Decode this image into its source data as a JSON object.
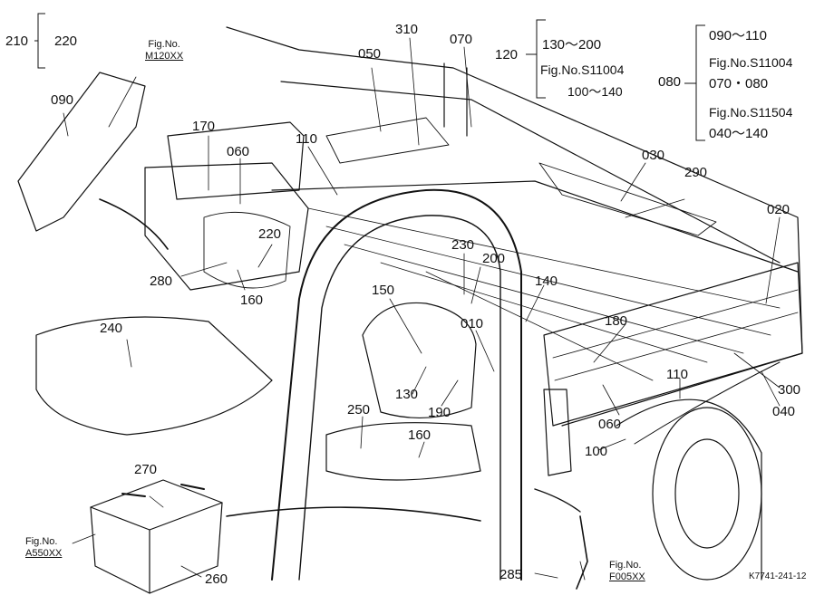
{
  "part_labels": [
    {
      "id": "p090a",
      "text": "090"
    },
    {
      "id": "p170",
      "text": "170"
    },
    {
      "id": "p060a",
      "text": "060"
    },
    {
      "id": "p050",
      "text": "050"
    },
    {
      "id": "p310",
      "text": "310"
    },
    {
      "id": "p070",
      "text": "070"
    },
    {
      "id": "p110a",
      "text": "110"
    },
    {
      "id": "p220",
      "text": "220"
    },
    {
      "id": "p280",
      "text": "280"
    },
    {
      "id": "p160a",
      "text": "160"
    },
    {
      "id": "p240",
      "text": "240"
    },
    {
      "id": "p230",
      "text": "230"
    },
    {
      "id": "p200",
      "text": "200"
    },
    {
      "id": "p150",
      "text": "150"
    },
    {
      "id": "p140",
      "text": "140"
    },
    {
      "id": "p010",
      "text": "010"
    },
    {
      "id": "p130",
      "text": "130"
    },
    {
      "id": "p190",
      "text": "190"
    },
    {
      "id": "p250",
      "text": "250"
    },
    {
      "id": "p160b",
      "text": "160"
    },
    {
      "id": "p030",
      "text": "030"
    },
    {
      "id": "p290",
      "text": "290"
    },
    {
      "id": "p020",
      "text": "020"
    },
    {
      "id": "p180",
      "text": "180"
    },
    {
      "id": "p110b",
      "text": "110"
    },
    {
      "id": "p060b",
      "text": "060"
    },
    {
      "id": "p100",
      "text": "100"
    },
    {
      "id": "p300",
      "text": "300"
    },
    {
      "id": "p040",
      "text": "040"
    },
    {
      "id": "p270",
      "text": "270"
    },
    {
      "id": "p260",
      "text": "260"
    },
    {
      "id": "p285",
      "text": "285"
    }
  ],
  "groups": {
    "g210": {
      "outer": "210",
      "inner": "220"
    },
    "g120": {
      "outer": "120",
      "line1": "130～200",
      "line2": "Fig.No.S11004",
      "line3": "100～140"
    },
    "g080": {
      "outer": "080",
      "line1": "090～110",
      "line2": "Fig.No.S11004",
      "line3": "070・080",
      "line4": "Fig.No.S11504",
      "line5": "040～140"
    }
  },
  "fig_refs": {
    "m120": {
      "label": "Fig.No.",
      "code": "M120XX"
    },
    "a550": {
      "label": "Fig.No.",
      "code": "A550XX"
    },
    "f005": {
      "label": "Fig.No.",
      "code": "F005XX"
    }
  },
  "drawing_code": "K7741-241-12"
}
